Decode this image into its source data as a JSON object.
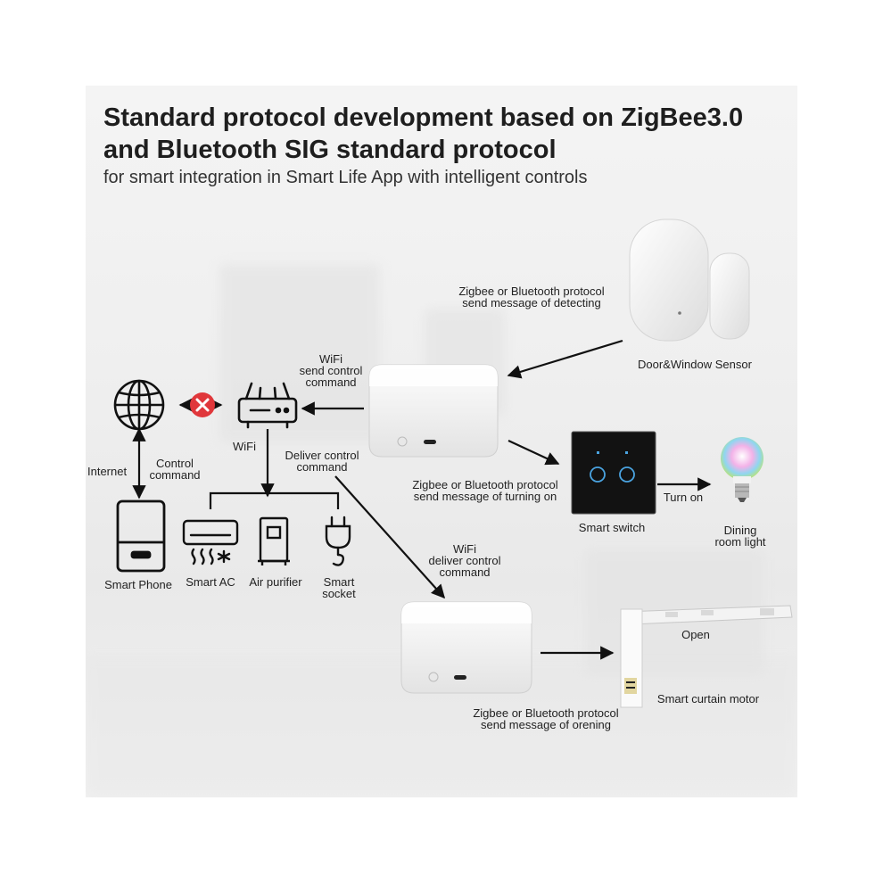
{
  "header": {
    "title_line1": "Standard protocol development based on ZigBee3.0",
    "title_line2": "and Bluetooth SIG standard protocol",
    "subtitle": "for smart integration in Smart Life App with intelligent controls"
  },
  "labels": {
    "detect_line1": "Zigbee or Bluetooth protocol",
    "detect_line2": "send message of detecting",
    "sensor": "Door&Window Sensor",
    "wifi_send_line1": "WiFi",
    "wifi_send_line2": "send control",
    "wifi_send_line3": "command",
    "wifi": "WiFi",
    "internet": "Internet",
    "control_line1": "Control",
    "control_line2": "command",
    "deliver_line1": "Deliver control",
    "deliver_line2": "command",
    "turning_line1": "Zigbee or Bluetooth protocol",
    "turning_line2": "send message of turning on",
    "smart_switch": "Smart switch",
    "turn_on": "Turn on",
    "dining_line1": "Dining",
    "dining_line2": "room light",
    "smart_phone": "Smart Phone",
    "smart_ac": "Smart AC",
    "air_purifier": "Air purifier",
    "socket_line1": "Smart",
    "socket_line2": "socket",
    "wifi_deliver_line1": "WiFi",
    "wifi_deliver_line2": "deliver control",
    "wifi_deliver_line3": "command",
    "open": "Open",
    "curtain_motor": "Smart curtain motor",
    "opening_line1": "Zigbee or Bluetooth protocol",
    "opening_line2": "send message of orening"
  },
  "icons": {
    "globe": "globe-icon",
    "blocked": "blocked-x-icon",
    "router": "router-icon",
    "phone": "smartphone-icon",
    "ac": "air-conditioner-icon",
    "purifier": "air-purifier-icon",
    "socket": "plug-icon",
    "hub": "gateway-hub",
    "sensor": "door-window-sensor",
    "switch": "touch-switch",
    "bulb": "light-bulb",
    "curtain": "curtain-motor"
  },
  "colors": {
    "blocked_red": "#e0373b",
    "switch_panel": "#121212",
    "switch_accent": "#4aa3e0"
  }
}
